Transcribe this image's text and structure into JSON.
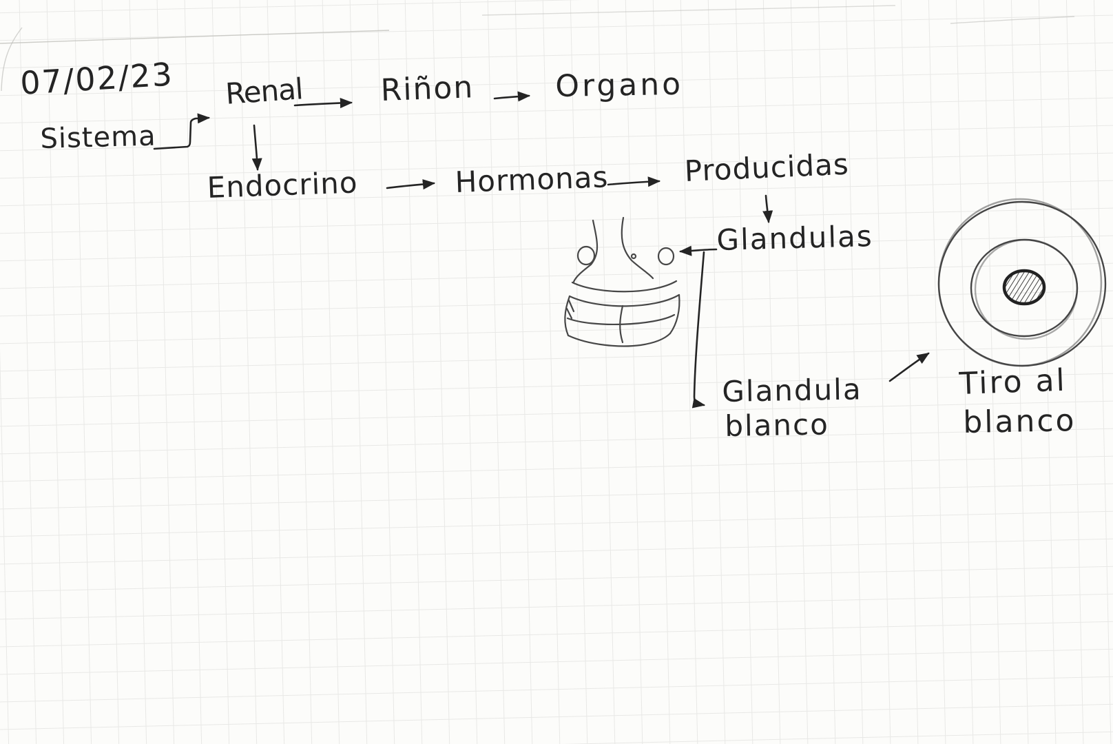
{
  "note": {
    "date": "07/02/23",
    "labels": {
      "sistema": "Sistema",
      "renal": "Renal",
      "rinon": "Riñon",
      "organo": "Organo",
      "endocrino": "Endocrino",
      "hormonas": "Hormonas",
      "producidas": "Producidas",
      "glandulas": "Glandulas",
      "glandula_blanco": [
        "Glandula",
        "blanco"
      ],
      "tiro_al_blanco": [
        "Tiro al",
        "blanco"
      ]
    },
    "connections": [
      "Sistema -> Renal",
      "Renal -> Riñon",
      "Riñon -> Organo",
      "Renal -> Endocrino",
      "Endocrino -> Hormonas",
      "Hormonas -> Producidas",
      "Producidas -> Glandulas",
      "Glandulas -> torso-hip-gland",
      "torso-hip-gland -> Glandula blanco",
      "Glandula blanco -> bullseye-target"
    ],
    "sketches": [
      "torso-with-hip-glands",
      "bullseye-target"
    ],
    "colors": {
      "ink": "#242424",
      "sketch": "#474747",
      "grid": "#c9c9c6",
      "paper": "#fcfcfa"
    }
  }
}
